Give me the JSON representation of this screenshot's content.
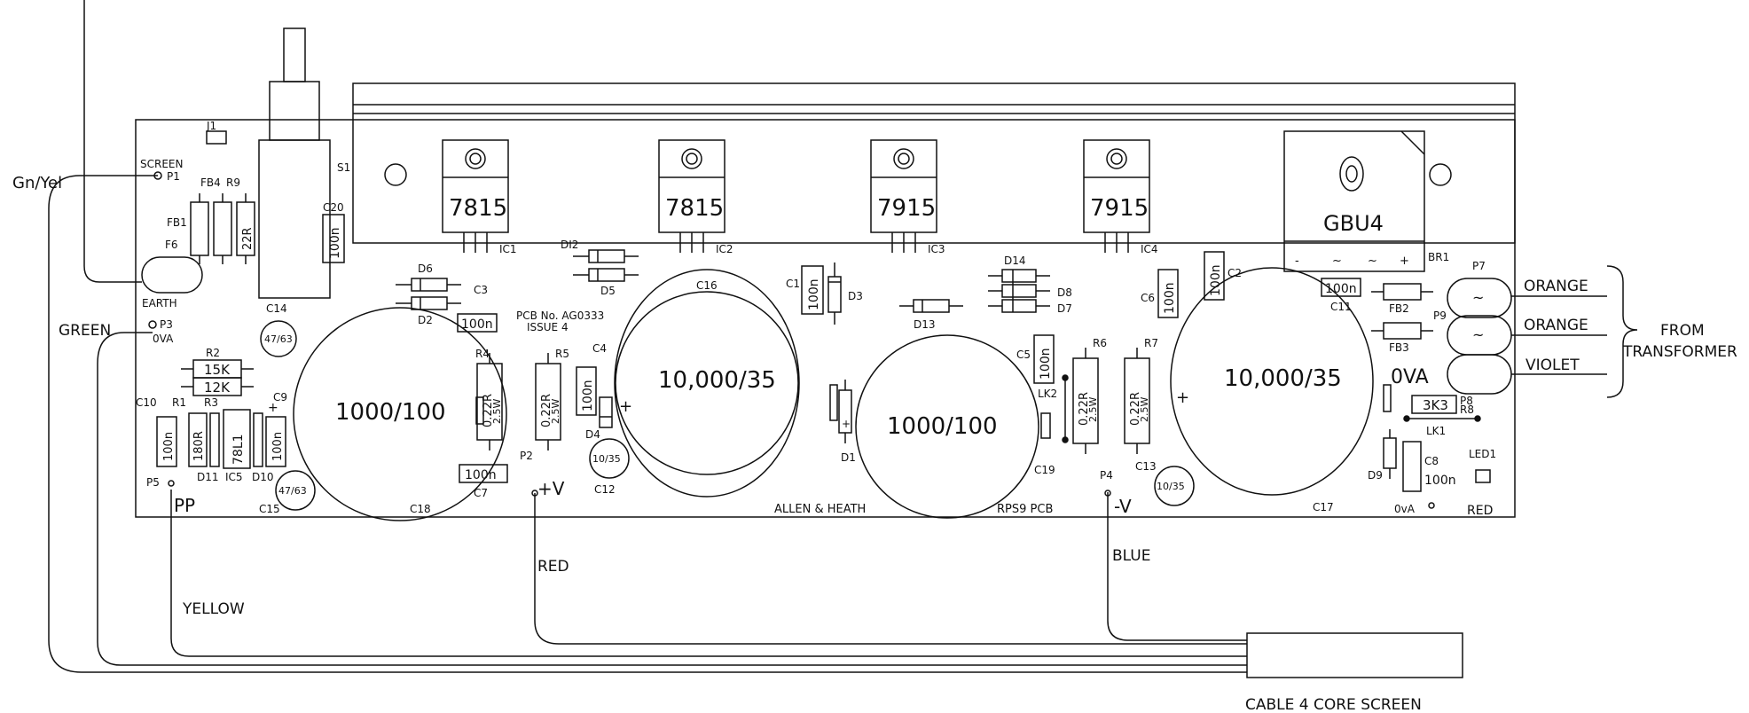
{
  "wires": {
    "gn_yel": "Gn/Yel",
    "green": "GREEN",
    "yellow": "YELLOW",
    "red": "RED",
    "blue": "BLUE",
    "orange_1": "ORANGE",
    "orange_2": "ORANGE",
    "violet": "VIOLET",
    "from_transformer_line1": "FROM",
    "from_transformer_line2": "TRANSFORMER",
    "cable": "CABLE 4 CORE SCREEN"
  },
  "board": {
    "pcb_no_line1": "PCB No. AG0333",
    "pcb_no_line2": "ISSUE 4",
    "maker": "ALLEN & HEATH",
    "name": "RPS9 PCB"
  },
  "regulators": [
    {
      "part": "7815",
      "ref": "IC1"
    },
    {
      "part": "7815",
      "ref": "IC2"
    },
    {
      "part": "7915",
      "ref": "IC3"
    },
    {
      "part": "7915",
      "ref": "IC4"
    }
  ],
  "bridge": {
    "part": "GBU4",
    "ref": "BR1",
    "pins": [
      "-",
      "~",
      "~",
      "+"
    ]
  },
  "big_caps": [
    {
      "value": "1000/100",
      "ref": "C18"
    },
    {
      "value": "10,000/35",
      "ref": "C16"
    },
    {
      "value": "1000/100",
      "ref": "C19"
    },
    {
      "value": "10,000/35",
      "ref": "C17"
    }
  ],
  "small_caps": {
    "c14": "47/63",
    "c15": "47/63",
    "c12": "10/35",
    "c13": "10/35"
  },
  "power_resistors": {
    "r4": {
      "ref": "R4",
      "value1": "0.22R",
      "value2": "2.5W"
    },
    "r5": {
      "ref": "R5",
      "value1": "0.22R",
      "value2": "2.5W"
    },
    "r6": {
      "ref": "R6",
      "value1": "0.22R",
      "value2": "2.5W"
    },
    "r7": {
      "ref": "R7",
      "value1": "0.22R",
      "value2": "2.5W"
    }
  },
  "values": {
    "n100": "100n",
    "r2": "15K",
    "r3": "12K",
    "r1": "180R",
    "r9": "22R",
    "r8": "3K3",
    "ic5": "78L1"
  },
  "refs": {
    "j1": "J1",
    "screen": "SCREEN",
    "p1": "P1",
    "fb4": "FB4",
    "r9": "R9",
    "fb1": "FB1",
    "f6": "F6",
    "earth": "EARTH",
    "s1": "S1",
    "c20": "C20",
    "c14": "C14",
    "p3": "P3",
    "ova": "0VA",
    "r2": "R2",
    "r3": "R3",
    "r1": "R1",
    "c10": "C10",
    "c9": "C9",
    "d11": "D11",
    "ic5": "IC5",
    "d10": "D10",
    "c15": "C15",
    "p5": "P5",
    "pp": "PP",
    "d6": "D6",
    "d2": "D2",
    "c3": "C3",
    "di2": "DI2",
    "d5": "D5",
    "c16": "C16",
    "c4": "C4",
    "d4": "D4",
    "c12": "C12",
    "c7": "C7",
    "p2": "P2",
    "plus_v": "+V",
    "c1": "C1",
    "d3": "D3",
    "d1": "D1",
    "d13": "D13",
    "d14": "D14",
    "d8": "D8",
    "d7": "D7",
    "c6": "C6",
    "c2": "C2",
    "c5": "C5",
    "lk2": "LK2",
    "r6": "R6",
    "r7": "R7",
    "c13": "C13",
    "p4": "P4",
    "minus_v": "-V",
    "c11": "C11",
    "fb2": "FB2",
    "fb3": "FB3",
    "p7": "P7",
    "p9": "P9",
    "p8": "P8",
    "ova2": "0VA",
    "r8": "R8",
    "lk1": "LK1",
    "d9": "D9",
    "c8": "C8",
    "led1": "LED1",
    "ova3": "0vA",
    "red": "RED",
    "c17": "C17",
    "c18": "C18",
    "c19": "C19",
    "plus_mark": "+"
  }
}
